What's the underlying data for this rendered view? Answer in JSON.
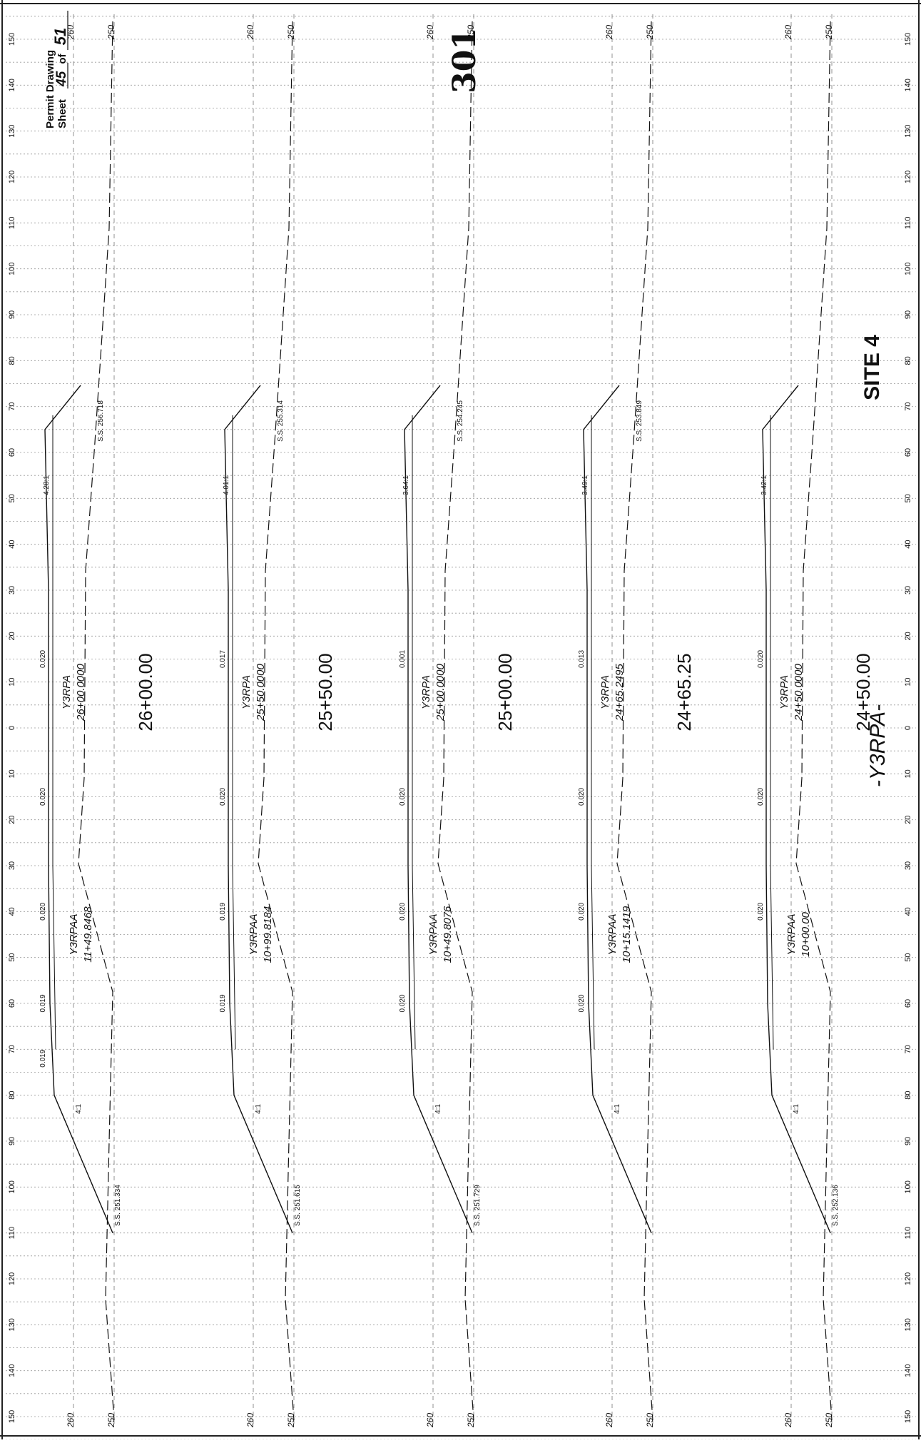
{
  "sheet_number": "301",
  "permit": {
    "title": "Permit Drawing",
    "sheet_word": "Sheet",
    "sheet_of_word": "of",
    "sheet_index": "45",
    "sheet_total": "51"
  },
  "site_label": "SITE 4",
  "alignment_label": "-Y3RPA-",
  "offset_scale": [
    "150",
    "140",
    "130",
    "120",
    "110",
    "100",
    "90",
    "80",
    "70",
    "60",
    "50",
    "40",
    "30",
    "20",
    "10",
    "0",
    "10",
    "20",
    "30",
    "40",
    "50",
    "60",
    "70",
    "80",
    "90",
    "100",
    "110",
    "120",
    "130",
    "140",
    "150"
  ],
  "elevation_labels": [
    "260",
    "250"
  ],
  "sections": [
    {
      "station": "26+00.00",
      "ctrl_a_name": "Y3RPA",
      "ctrl_a_station": "26+00.0000",
      "ctrl_b_name": "Y3RPAA",
      "ctrl_b_station": "11+49.8468",
      "left_slope": "4.28:1",
      "left_ss": "S.S. 256.718",
      "right_slope": "4:1",
      "right_ss": "S.S. 251.334",
      "cross_slopes": [
        "0.020",
        "0.020",
        "0.020",
        "0.019",
        "0.019"
      ]
    },
    {
      "station": "25+50.00",
      "ctrl_a_name": "Y3RPA",
      "ctrl_a_station": "25+50.0000",
      "ctrl_b_name": "Y3RPAA",
      "ctrl_b_station": "10+99.8184",
      "left_slope": "4.01:1",
      "left_ss": "S.S. 255.314",
      "right_slope": "4:1",
      "right_ss": "S.S. 251.615",
      "cross_slopes": [
        "0.017",
        "0.020",
        "0.019",
        "0.019"
      ]
    },
    {
      "station": "25+00.00",
      "ctrl_a_name": "Y3RPA",
      "ctrl_a_station": "25+00.0000",
      "ctrl_b_name": "Y3RPAA",
      "ctrl_b_station": "10+49.8076",
      "left_slope": "3.64:1",
      "left_ss": "S.S. 254.245",
      "right_slope": "4:1",
      "right_ss": "S.S. 251.729",
      "cross_slopes": [
        "0.001",
        "0.020",
        "0.020",
        "0.020"
      ]
    },
    {
      "station": "24+65.25",
      "ctrl_a_name": "Y3RPA",
      "ctrl_a_station": "24+65.2495",
      "ctrl_b_name": "Y3RPAA",
      "ctrl_b_station": "10+15.1419",
      "left_slope": "3.49:1",
      "left_ss": "S.S. 253.849",
      "right_slope": "4:1",
      "right_ss": "",
      "cross_slopes": [
        "0.013",
        "0.020",
        "0.020",
        "0.020"
      ]
    },
    {
      "station": "24+50.00",
      "ctrl_a_name": "Y3RPA",
      "ctrl_a_station": "24+50.0000",
      "ctrl_b_name": "Y3RPAA",
      "ctrl_b_station": "10+00.00",
      "left_slope": "3.42:1",
      "left_ss": "",
      "right_slope": "4:1",
      "right_ss": "S.S. 252.136",
      "cross_slopes": [
        "0.020",
        "0.020",
        "0.020"
      ]
    }
  ]
}
